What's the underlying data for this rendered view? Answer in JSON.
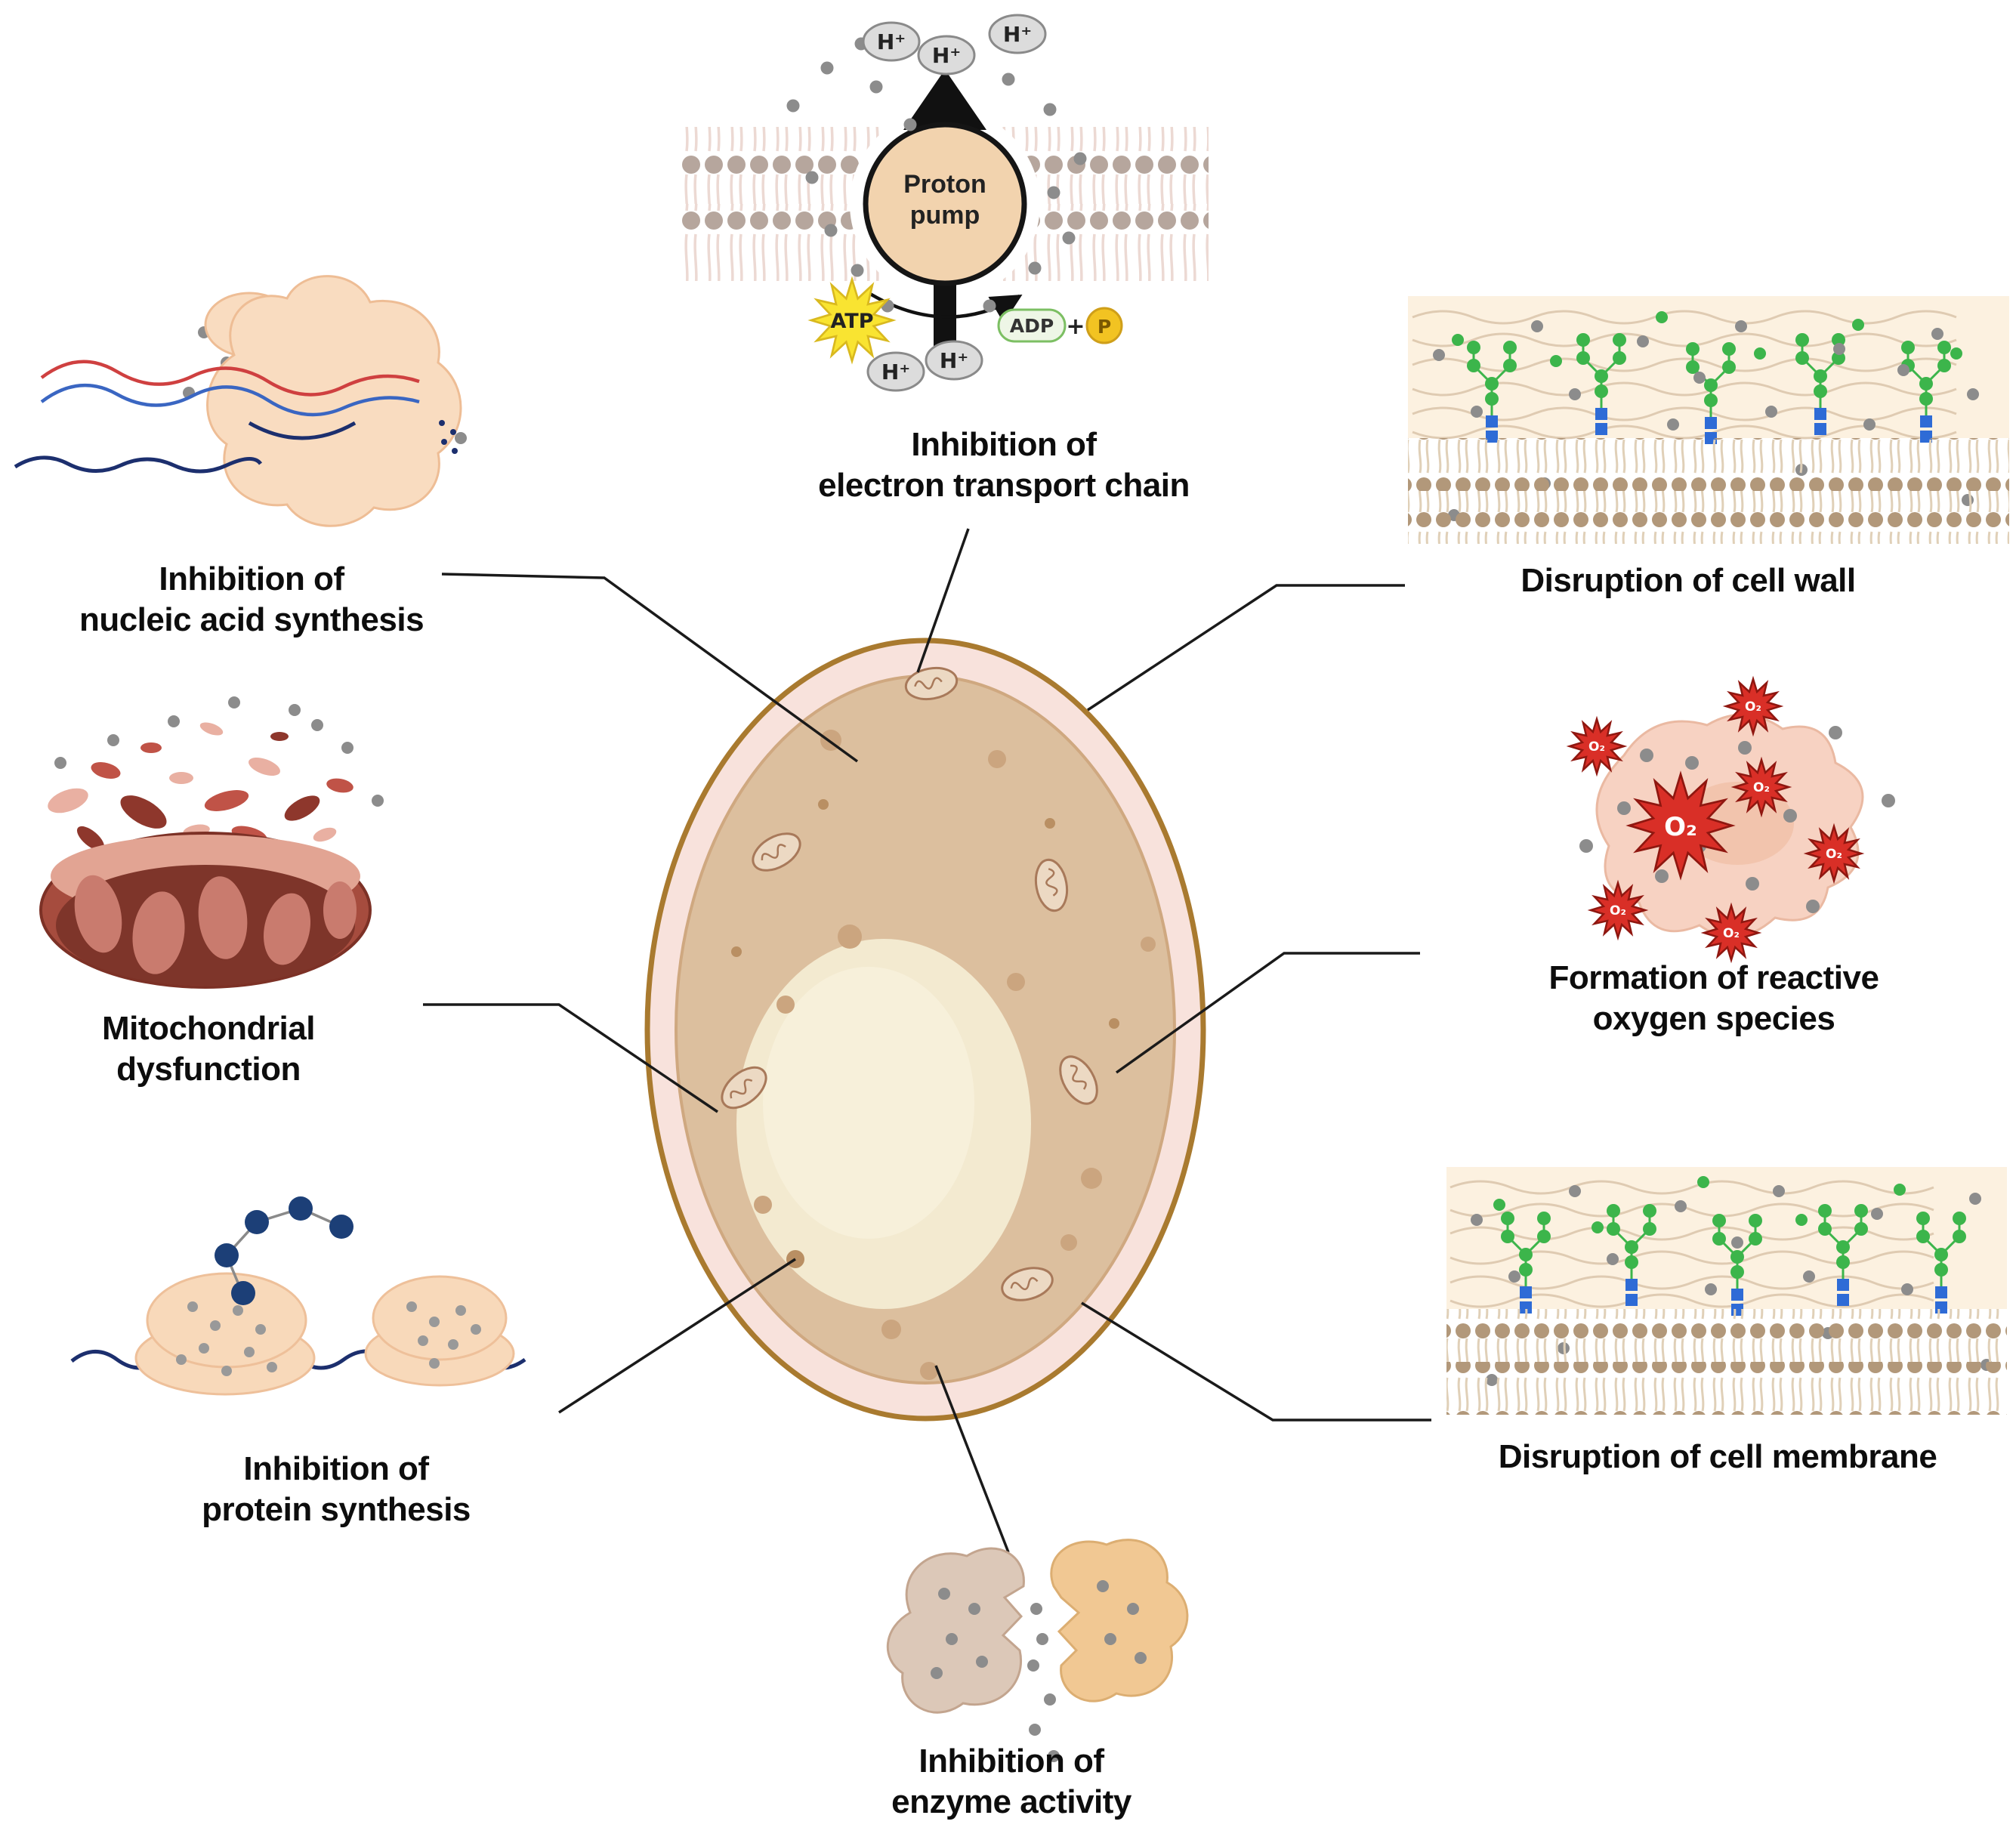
{
  "mechanisms": {
    "electron_transport_chain": {
      "label": "Inhibition of\nelectron transport chain"
    },
    "nucleic_acid_synthesis": {
      "label": "Inhibition of\nnucleic acid synthesis"
    },
    "mitochondrial_dysfunction": {
      "label": "Mitochondrial\ndysfunction"
    },
    "protein_synthesis": {
      "label": "Inhibition of\nprotein synthesis"
    },
    "cell_wall": {
      "label": "Disruption of cell wall"
    },
    "reactive_oxygen_species": {
      "label": "Formation of reactive\noxygen species"
    },
    "cell_membrane": {
      "label": "Disruption of cell membrane"
    },
    "enzyme_activity": {
      "label": "Inhibition of\nenzyme activity"
    }
  },
  "proton_pump": {
    "label": "Proton\npump",
    "h_plus": "H⁺",
    "atp": "ATP",
    "adp": "ADP",
    "plus": "+",
    "p": "P"
  },
  "ros": {
    "o2": "O₂"
  },
  "illustrations": {
    "fungal_cell": "fungal-cell-illustration",
    "proton_pump": "proton-pump-illustration",
    "nucleic_acid": "dna-synthesis-illustration",
    "mitochondrion": "damaged-mitochondrion-illustration",
    "ribosomes": "ribosome-translation-illustration",
    "cell_wall_panel": "cell-wall-illustration",
    "ros_cell": "ros-cell-illustration",
    "cell_membrane_panel": "cell-membrane-illustration",
    "enzymes": "enzyme-pair-illustration"
  },
  "colors": {
    "cell_outline": "#a97a2f",
    "cell_outer_ring": "#f8e2dc",
    "cytoplasm": "#dcbf9e",
    "nucleus": "#c79e7c",
    "vacuole": "#f3ead0",
    "membrane_head_taupe": "#b6a69d",
    "membrane_head_brown": "#b2987a",
    "glycan_green": "#3cb54b",
    "glycan_blue": "#2e6bd6",
    "ros_red": "#d92f27",
    "atp_yellow": "#f9e431",
    "adp_green": "#7cbf63",
    "p_yellow": "#f2c322",
    "dot_gray": "#8c8c8c",
    "connector_black": "#1a1a1a",
    "ribosome_peach": "#f8d9ba",
    "mitochondrion_dark": "#9c4a3c",
    "polypeptide_navy": "#1c3f77"
  }
}
